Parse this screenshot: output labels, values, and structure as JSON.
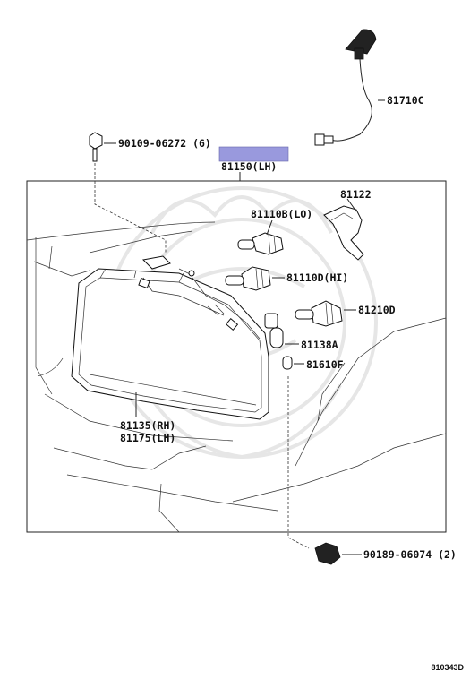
{
  "diagram": {
    "labels": {
      "antenna": "81710C",
      "bolt": "90109-06272 (6)",
      "assembly": "81150(LH)",
      "socket_cover": "81122",
      "bulb_lo": "81110B(LO)",
      "bulb_hi": "81110D(HI)",
      "bulb_fog": "81210D",
      "bulb_small": "81138A",
      "bulb_wedge": "81610F",
      "lens_rh": "81135(RH)",
      "lens_lh": "81175(LH)",
      "nut": "90189-06074 (2)"
    },
    "highlight_color": "#9999dd",
    "reference": "810343D"
  }
}
